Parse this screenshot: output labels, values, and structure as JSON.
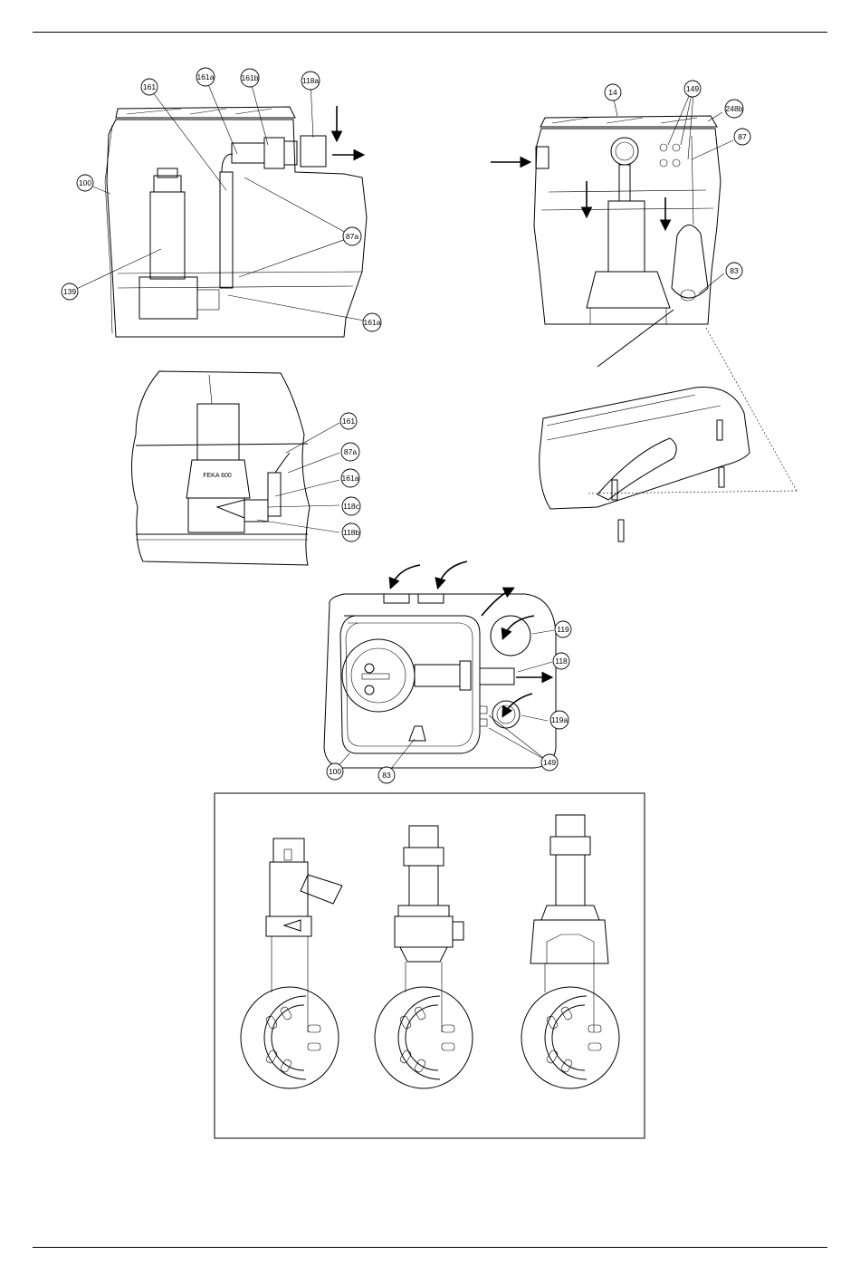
{
  "figures": {
    "tank_side": {
      "callouts": {
        "c161": "161",
        "c161a_top": "161a",
        "c161b": "161b",
        "c118a": "118a",
        "c100": "100",
        "c139": "139",
        "c87a": "87a",
        "c161a_bottom": "161a"
      }
    },
    "tank_front": {
      "callouts": {
        "c14": "14",
        "c149": "149",
        "c248b": "248b",
        "c87": "87",
        "c83": "83"
      }
    },
    "pump_detail": {
      "pump_label": "FEKA 600",
      "callouts": {
        "c161": "161",
        "c87a": "87a",
        "c161a": "161a",
        "c118c": "118c",
        "c118b": "118b"
      }
    },
    "top_view": {
      "callouts": {
        "c119": "119",
        "c118": "118",
        "c119a": "119a",
        "c149": "149",
        "c100": "100",
        "c83": "83"
      }
    }
  }
}
